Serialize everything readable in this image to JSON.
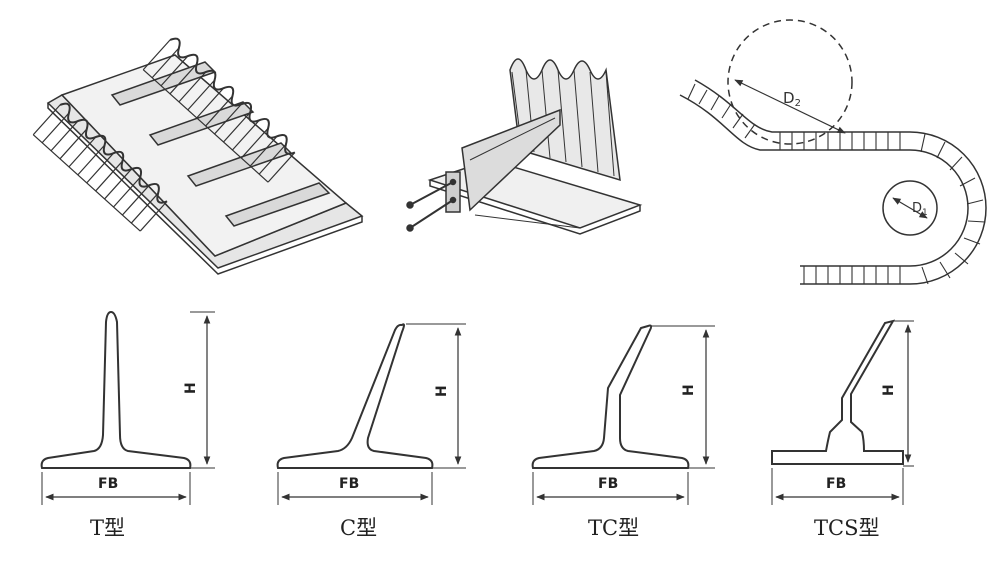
{
  "illustrations": {
    "trough_belt": {
      "kind": "sidewall-belt-with-cleats"
    },
    "sidewall_detail": {
      "kind": "sidewall-cleat-bolted"
    },
    "bend_diagram": {
      "d2_label": "D",
      "d2_sub": "2",
      "d1_label": "D",
      "d1_sub": "1"
    }
  },
  "profiles": [
    {
      "id": "t",
      "height_label": "H",
      "width_label": "FB",
      "caption": "T型"
    },
    {
      "id": "c",
      "height_label": "H",
      "width_label": "FB",
      "caption": "C型"
    },
    {
      "id": "tc",
      "height_label": "H",
      "width_label": "FB",
      "caption": "TC型"
    },
    {
      "id": "tcs",
      "height_label": "H",
      "width_label": "FB",
      "caption": "TCS型"
    }
  ],
  "colors": {
    "ink": "#333333",
    "light": "#777777"
  }
}
